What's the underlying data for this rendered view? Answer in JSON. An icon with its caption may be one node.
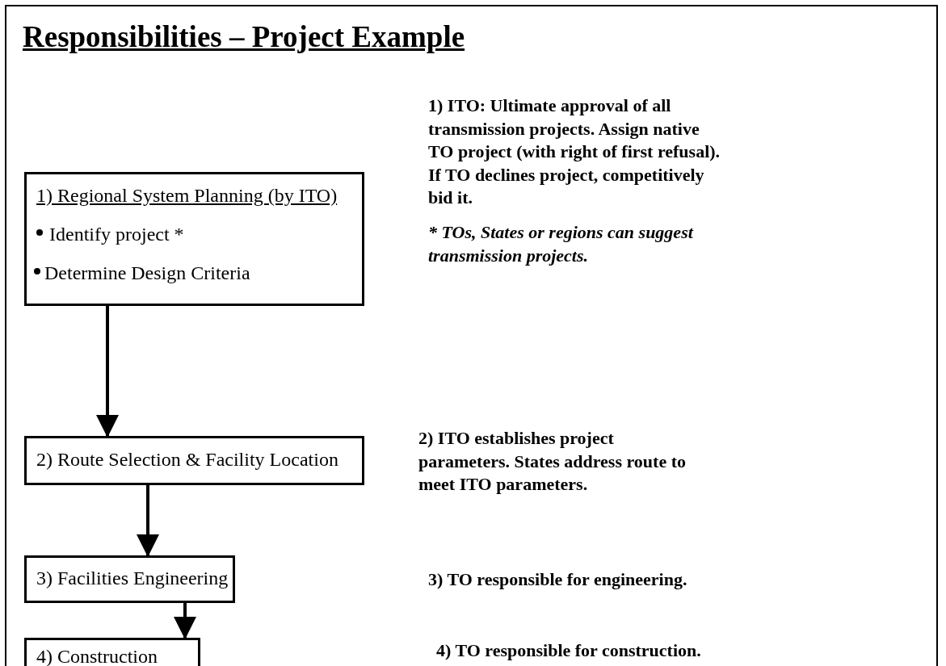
{
  "diagram": {
    "title": "Responsibilities – Project Example",
    "nodes": [
      {
        "text": [
          "1) Regional System Planning (by ITO)",
          "Identify project *",
          "Determine Design Criteria"
        ]
      },
      {
        "text": [
          "2) Route Selection & Facility Location"
        ]
      },
      {
        "text": [
          "3) Facilities Engineering"
        ]
      },
      {
        "text": [
          "4) Construction"
        ]
      }
    ],
    "edges": [
      {
        "from": 0,
        "to": 1,
        "arrow": "to"
      },
      {
        "from": 1,
        "to": 2,
        "arrow": "to"
      },
      {
        "from": 2,
        "to": 3,
        "arrow": "to"
      }
    ],
    "labels": [
      "1) ITO: Ultimate approval of all transmission projects. Assign native TO project (with right of first refusal). If TO declines project, competitively bid it.",
      "* TOs, States or regions can suggest transmission projects.",
      "2) ITO establishes project parameters. States address route to meet ITO parameters.",
      "3) TO responsible for engineering.",
      "4) TO responsible for construction."
    ]
  }
}
